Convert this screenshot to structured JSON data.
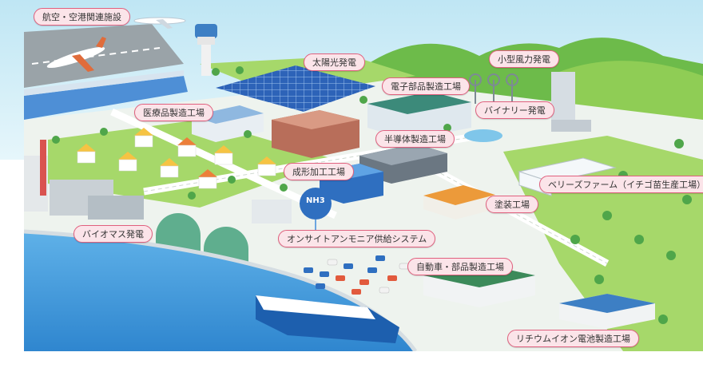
{
  "labels": {
    "aviation": "航空・空港関連施設",
    "solar": "太陽光発電",
    "wind": "小型風力発電",
    "electronics": "電子部品製造工場",
    "pharma": "医療品製造工場",
    "binary": "バイナリー発電",
    "semiconductor": "半導体製造工場",
    "molding": "成形加工工場",
    "berries": "ベリーズファーム（イチゴ苗生産工場）",
    "painting": "塗装工場",
    "biomass": "バイオマス発電",
    "ammonia": "オンサイトアンモニア供給システム",
    "automotive": "自動車・部品製造工場",
    "battery": "リチウムイオン電池製造工場"
  },
  "tank_label": "NH3",
  "colors": {
    "sea": "#3f97dc",
    "ground": "#eef3ee",
    "green": "#a6d86a",
    "callout_border": "#e0607e",
    "callout_fill": "#fbe4e9"
  }
}
